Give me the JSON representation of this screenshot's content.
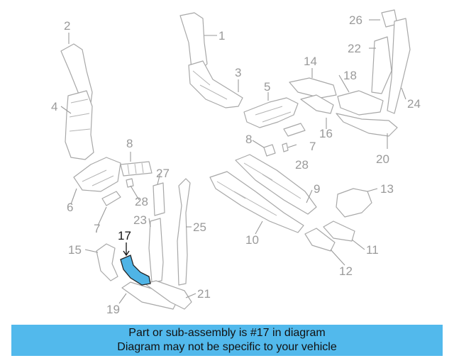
{
  "callouts": {
    "c1": "1",
    "c2": "2",
    "c3": "3",
    "c4": "4",
    "c5": "5",
    "c6": "6",
    "c7a": "7",
    "c7b": "7",
    "c8a": "8",
    "c8b": "8",
    "c9": "9",
    "c10": "10",
    "c11": "11",
    "c12": "12",
    "c13": "13",
    "c14": "14",
    "c15": "15",
    "c16": "16",
    "c17": "17",
    "c18": "18",
    "c19": "19",
    "c20": "20",
    "c21": "21",
    "c22": "22",
    "c23": "23",
    "c24": "24",
    "c25": "25",
    "c26": "26",
    "c27": "27",
    "c28a": "28",
    "c28b": "28"
  },
  "highlighted_part": "17",
  "colors": {
    "highlight": "#4fb4e6",
    "banner": "#52b9ec"
  },
  "banner": {
    "line1": "Part or sub-assembly is #17 in diagram",
    "line2": "Diagram may not be specific to your vehicle"
  }
}
